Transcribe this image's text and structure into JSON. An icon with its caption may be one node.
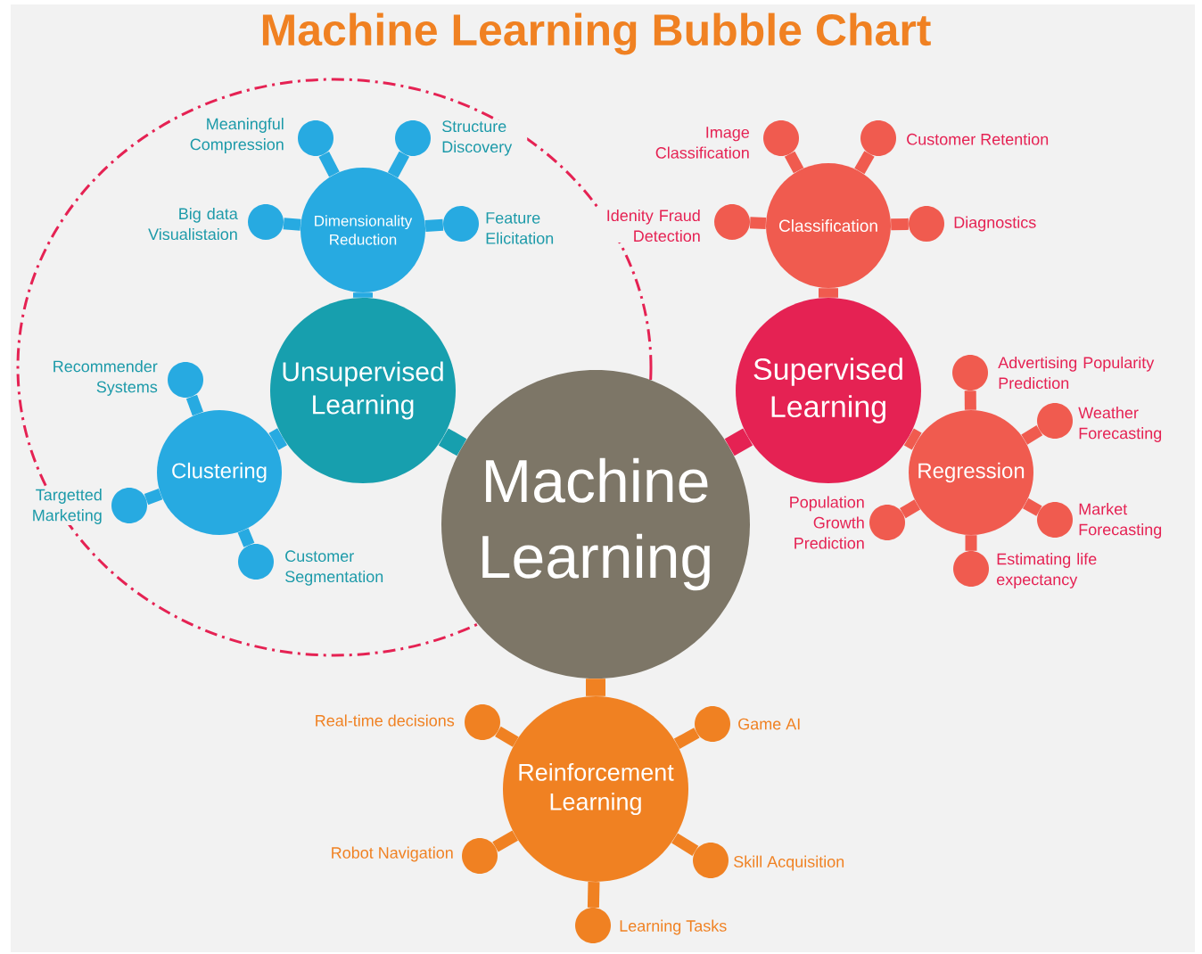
{
  "diagram": {
    "title": "Machine Learning Bubble Chart",
    "nodes": [
      {
        "text": [
          "Machine Learning"
        ]
      },
      {
        "text": [
          "Unsupervised Learning"
        ]
      },
      {
        "text": [
          "Dimensionality Reduction"
        ]
      },
      {
        "text": [
          "Clustering"
        ]
      },
      {
        "text": [
          "Supervised Learning"
        ]
      },
      {
        "text": [
          "Classification"
        ]
      },
      {
        "text": [
          "Regression"
        ]
      },
      {
        "text": [
          "Reinforcement Learning"
        ]
      },
      {
        "text": [],
        "shape": "circle",
        "beside": [
          "Meaningful Compression"
        ]
      },
      {
        "text": [],
        "shape": "circle",
        "beside": [
          "Structure Discovery"
        ]
      },
      {
        "text": [],
        "shape": "circle",
        "beside": [
          "Big data Visualistaion"
        ]
      },
      {
        "text": [],
        "shape": "circle",
        "beside": [
          "Feature Elicitation"
        ]
      },
      {
        "text": [],
        "shape": "circle",
        "beside": [
          "Recommender Systems"
        ]
      },
      {
        "text": [],
        "shape": "circle",
        "beside": [
          "Targetted Marketing"
        ]
      },
      {
        "text": [],
        "shape": "circle",
        "beside": [
          "Customer Segmentation"
        ]
      },
      {
        "text": [],
        "shape": "circle",
        "beside": [
          "Image Classification"
        ]
      },
      {
        "text": [],
        "shape": "circle",
        "beside": [
          "Customer Retention"
        ]
      },
      {
        "text": [],
        "shape": "circle",
        "beside": [
          "Idenity Fraud Detection"
        ]
      },
      {
        "text": [],
        "shape": "circle",
        "beside": [
          "Diagnostics"
        ]
      },
      {
        "text": [],
        "shape": "circle",
        "beside": [
          "Advertising Popularity Prediction"
        ]
      },
      {
        "text": [],
        "shape": "circle",
        "beside": [
          "Weather Forecasting"
        ]
      },
      {
        "text": [],
        "shape": "circle",
        "beside": [
          "Population Growth Prediction"
        ]
      },
      {
        "text": [],
        "shape": "circle",
        "beside": [
          "Market Forecasting"
        ]
      },
      {
        "text": [],
        "shape": "circle",
        "beside": [
          "Estimating life expectancy"
        ]
      },
      {
        "text": [],
        "shape": "circle",
        "beside": [
          "Real-time decisions"
        ]
      },
      {
        "text": [],
        "shape": "circle",
        "beside": [
          "Game AI"
        ]
      },
      {
        "text": [],
        "shape": "circle",
        "beside": [
          "Robot Navigation"
        ]
      },
      {
        "text": [],
        "shape": "circle",
        "beside": [
          "Skill Acquisition"
        ]
      },
      {
        "text": [],
        "shape": "circle",
        "beside": [
          "Learning Tasks"
        ]
      }
    ],
    "edges": [
      {
        "from": 0,
        "to": 1,
        "arrow": "none",
        "color": "#179fae"
      },
      {
        "from": 0,
        "to": 4,
        "arrow": "none",
        "color": "#e52253"
      },
      {
        "from": 0,
        "to": 7,
        "arrow": "none",
        "color": "#f08122"
      },
      {
        "from": 1,
        "to": 2,
        "arrow": "none",
        "color": "#27aae1"
      },
      {
        "from": 1,
        "to": 3,
        "arrow": "none",
        "color": "#27aae1"
      },
      {
        "from": 4,
        "to": 5,
        "arrow": "none",
        "color": "#f05b4f"
      },
      {
        "from": 4,
        "to": 6,
        "arrow": "none",
        "color": "#f05b4f"
      },
      {
        "from": 2,
        "to": 8,
        "arrow": "none",
        "color": "#27aae1"
      },
      {
        "from": 2,
        "to": 9,
        "arrow": "none",
        "color": "#27aae1"
      },
      {
        "from": 2,
        "to": 10,
        "arrow": "none",
        "color": "#27aae1"
      },
      {
        "from": 2,
        "to": 11,
        "arrow": "none",
        "color": "#27aae1"
      },
      {
        "from": 3,
        "to": 12,
        "arrow": "none",
        "color": "#27aae1"
      },
      {
        "from": 3,
        "to": 13,
        "arrow": "none",
        "color": "#27aae1"
      },
      {
        "from": 3,
        "to": 14,
        "arrow": "none",
        "color": "#27aae1"
      },
      {
        "from": 5,
        "to": 15,
        "arrow": "none",
        "color": "#f05b4f"
      },
      {
        "from": 5,
        "to": 16,
        "arrow": "none",
        "color": "#f05b4f"
      },
      {
        "from": 5,
        "to": 17,
        "arrow": "none",
        "color": "#f05b4f"
      },
      {
        "from": 5,
        "to": 18,
        "arrow": "none",
        "color": "#f05b4f"
      },
      {
        "from": 6,
        "to": 19,
        "arrow": "none",
        "color": "#f05b4f"
      },
      {
        "from": 6,
        "to": 20,
        "arrow": "none",
        "color": "#f05b4f"
      },
      {
        "from": 6,
        "to": 21,
        "arrow": "none",
        "color": "#f05b4f"
      },
      {
        "from": 6,
        "to": 22,
        "arrow": "none",
        "color": "#f05b4f"
      },
      {
        "from": 6,
        "to": 23,
        "arrow": "none",
        "color": "#f05b4f"
      },
      {
        "from": 7,
        "to": 24,
        "arrow": "none",
        "color": "#f08122"
      },
      {
        "from": 7,
        "to": 25,
        "arrow": "none",
        "color": "#f08122"
      },
      {
        "from": 7,
        "to": 26,
        "arrow": "none",
        "color": "#f08122"
      },
      {
        "from": 7,
        "to": 27,
        "arrow": "none",
        "color": "#f08122"
      },
      {
        "from": 7,
        "to": 28,
        "arrow": "none",
        "color": "#f08122"
      }
    ]
  }
}
